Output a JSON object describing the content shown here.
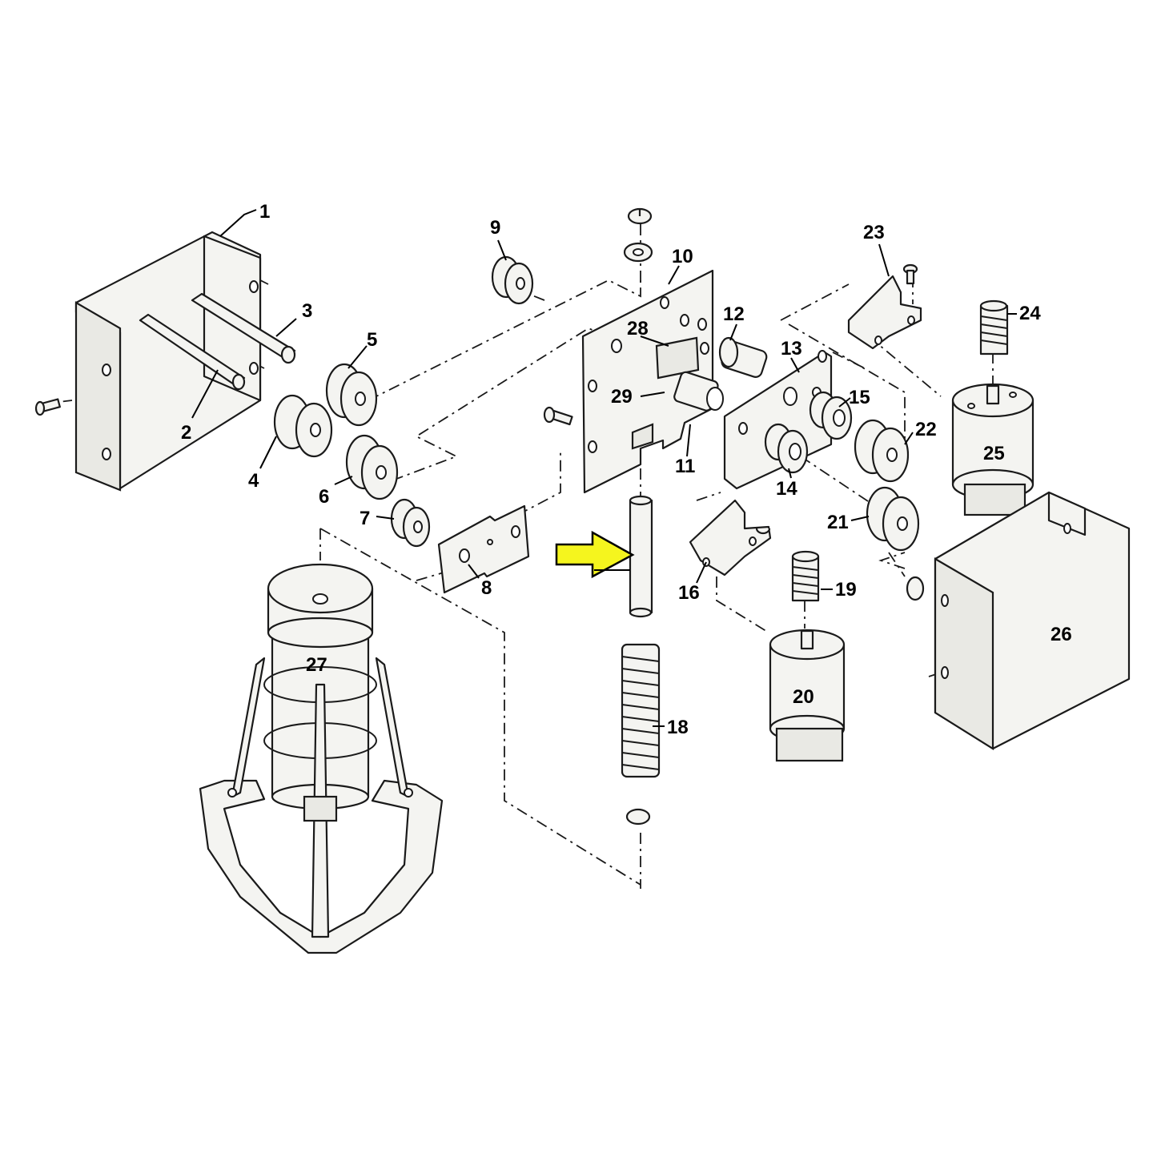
{
  "labels": [
    "1",
    "2",
    "3",
    "4",
    "5",
    "6",
    "7",
    "8",
    "9",
    "10",
    "11",
    "12",
    "13",
    "14",
    "15",
    "16",
    "18",
    "19",
    "20",
    "21",
    "22",
    "23",
    "24",
    "25",
    "26",
    "27",
    "28",
    "29"
  ],
  "highlight_arrow_color": "#f5f51e",
  "arrow_icon": "right-arrow-icon"
}
